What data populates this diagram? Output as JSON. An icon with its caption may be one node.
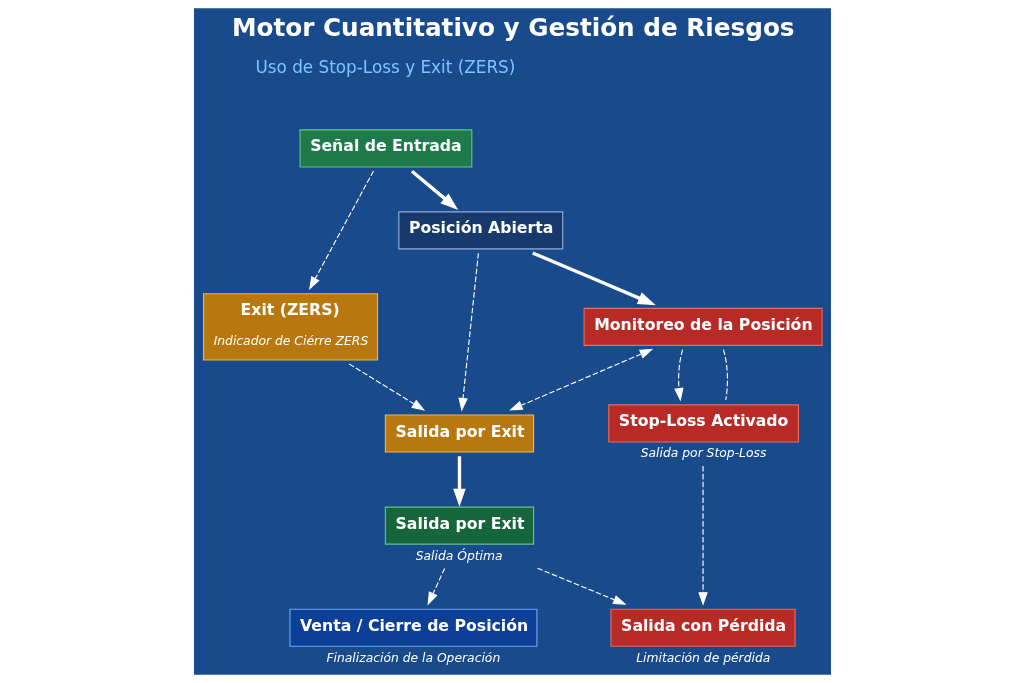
{
  "diagram": {
    "title": "Motor Cuantitativo y Gestión de Riesgos",
    "nodes": [
      {
        "text": [
          "Señal de Entrada"
        ]
      },
      {
        "text": [
          "Exit (ZERS)",
          "Indicador de Ciérre ZERS"
        ]
      },
      {
        "text": [
          "Posición Abierta"
        ]
      },
      {
        "text": [
          "Monitoreo de la Posición"
        ]
      },
      {
        "text": [
          "Salida por Exit"
        ]
      },
      {
        "text": [
          "Stop-Loss Activado"
        ],
        "beside": [
          "Salida por Stop-Loss"
        ]
      },
      {
        "text": [
          "Salida por Exit"
        ],
        "beside": [
          "Salida Óptima"
        ]
      },
      {
        "text": [
          "Salida con Pérdida"
        ],
        "beside": [
          "Limitación de pérdida"
        ]
      },
      {
        "text": [
          "Venta / Cierre de Posición"
        ],
        "beside": [
          "Finalización de la Operación"
        ]
      }
    ],
    "edges": [
      {
        "from": 0,
        "to": 1,
        "arrow": "to",
        "style": "dashed"
      },
      {
        "from": 0,
        "to": 2,
        "arrow": "to",
        "style": "thick"
      },
      {
        "from": 2,
        "to": 4,
        "arrow": "to",
        "style": "dashed"
      },
      {
        "from": 1,
        "to": 4,
        "arrow": "to",
        "style": "dashed"
      },
      {
        "from": 2,
        "to": 3,
        "arrow": "to",
        "style": "thick"
      },
      {
        "from": 3,
        "to": 4,
        "arrow": "both",
        "style": "dashed"
      },
      {
        "from": 3,
        "to": 5,
        "arrow": "to",
        "style": "dashed"
      },
      {
        "from": 3,
        "to": 5,
        "arrow": "none",
        "style": "dashed"
      },
      {
        "from": 4,
        "to": 6,
        "arrow": "to",
        "style": "thick"
      },
      {
        "from": 5,
        "to": 7,
        "arrow": "to",
        "style": "dashed"
      },
      {
        "from": 6,
        "to": 7,
        "arrow": "to",
        "style": "dashed"
      },
      {
        "from": 6,
        "to": 8,
        "arrow": "to",
        "style": "dashed"
      }
    ],
    "labels": [
      "Uso de Stop-Loss y Exit (ZERS)"
    ]
  }
}
